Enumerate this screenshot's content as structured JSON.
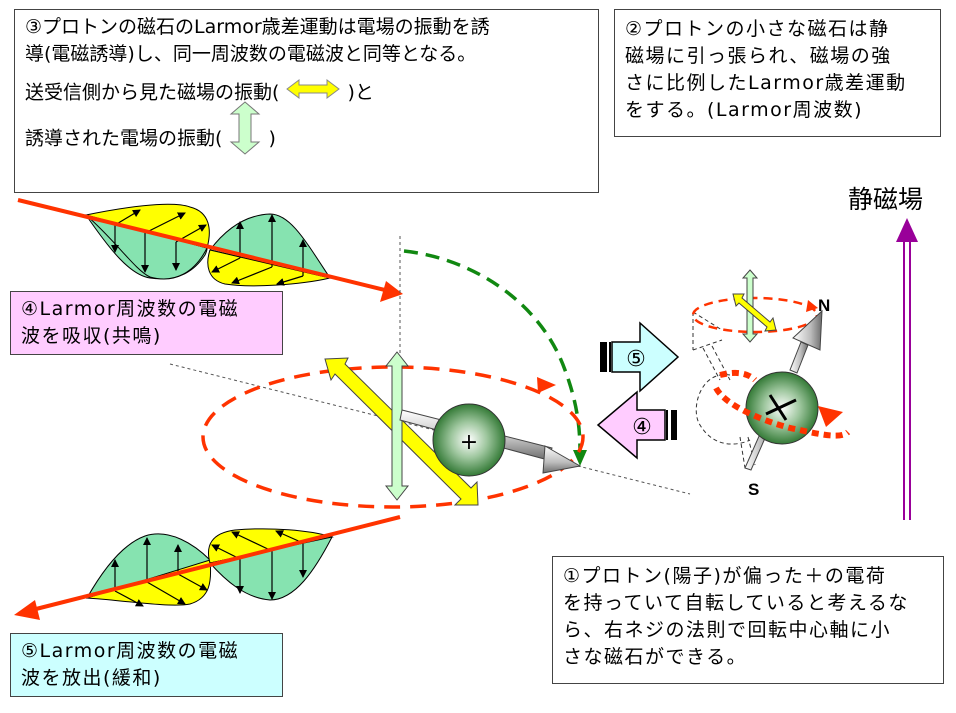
{
  "boxes": {
    "step3": {
      "lines": [
        "③プロトンの磁石のLarmor歳差運動は電場の振動を誘",
        "導(電磁誘導)し、同一周波数の電磁波と同等となる。"
      ],
      "legend_magnetic_prefix": "送受信側から見た磁場の振動(",
      "legend_magnetic_suffix": ")と",
      "legend_electric_prefix": "誘導された電場の振動(",
      "legend_electric_suffix": ")"
    },
    "step2": {
      "lines": [
        "②プロトンの小さな磁石は静",
        "磁場に引っ張られ、磁場の強",
        "さに比例したLarmor歳差運動",
        "をする。(Larmor周波数)"
      ]
    },
    "step4": {
      "lines": [
        "④Larmor周波数の電磁",
        "波を吸収(共鳴)"
      ]
    },
    "step5": {
      "lines": [
        "⑤Larmor周波数の電磁",
        "波を放出(緩和)"
      ]
    },
    "step1": {
      "lines": [
        "①プロトン(陽子)が偏った＋の電荷",
        "を持っていて自転していると考えるな",
        "ら、右ネジの法則で回転中心軸に小",
        "さな磁石ができる。"
      ]
    }
  },
  "labels": {
    "static_field": "静磁場",
    "north_pole": "N",
    "south_pole": "S",
    "emit_arrow": "⑤",
    "absorb_arrow": "④",
    "proton_charge": "+"
  },
  "icons": {
    "magnetic_oscillation": "yellow-double-arrow-horizontal",
    "electric_oscillation": "green-double-arrow-vertical",
    "proton": "green-sphere",
    "static_field_arrow": "purple-double-line-arrow"
  },
  "colors": {
    "magnetic_field": "#ffff00",
    "electric_field": "#ccffcc",
    "wave_green": "#86e3b0",
    "wave_axis": "#ff3300",
    "precession_path": "#ff3300",
    "tilt_path": "#008000",
    "static_field": "#990099",
    "absorb_box": "#ffccff",
    "emit_box": "#ccffff"
  }
}
